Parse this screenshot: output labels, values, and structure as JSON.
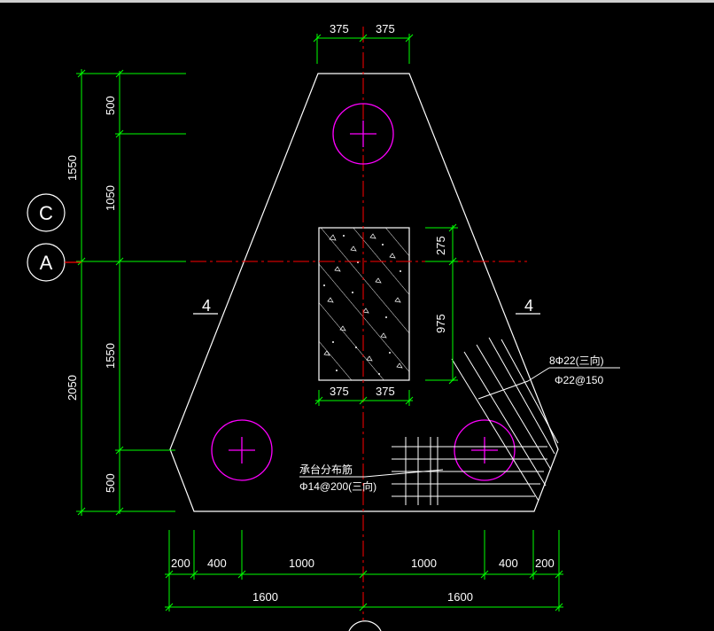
{
  "colors": {
    "background": "#000000",
    "outline": "#ffffff",
    "dimension": "#00ff00",
    "centerline": "#ff0000",
    "pile": "#ff00ff",
    "top_strip": "#cfcfcf"
  },
  "dimensions": {
    "top_left": "375",
    "top_right": "375",
    "column_bottom_left": "375",
    "column_bottom_right": "375",
    "column_top": "275",
    "column_bottom": "975",
    "left_upper_500": "500",
    "left_1050": "1050",
    "left_1550_upper": "1550",
    "left_1550_lower": "1550",
    "left_2050": "2050",
    "left_lower_500": "500",
    "bottom_200_left": "200",
    "bottom_400_left": "400",
    "bottom_1000_left": "1000",
    "bottom_1000_right": "1000",
    "bottom_400_right": "400",
    "bottom_200_right": "200",
    "bottom_1600_left": "1600",
    "bottom_1600_right": "1600"
  },
  "axes": {
    "axis_c": "C",
    "axis_a": "A"
  },
  "section_marks": {
    "left": "4",
    "right": "4"
  },
  "annotations": {
    "rebar_main": "8Φ22(三向)",
    "rebar_spacing": "Φ22@150",
    "dist_title": "承台分布筋",
    "dist_spec": "Φ14@200(三向)"
  }
}
